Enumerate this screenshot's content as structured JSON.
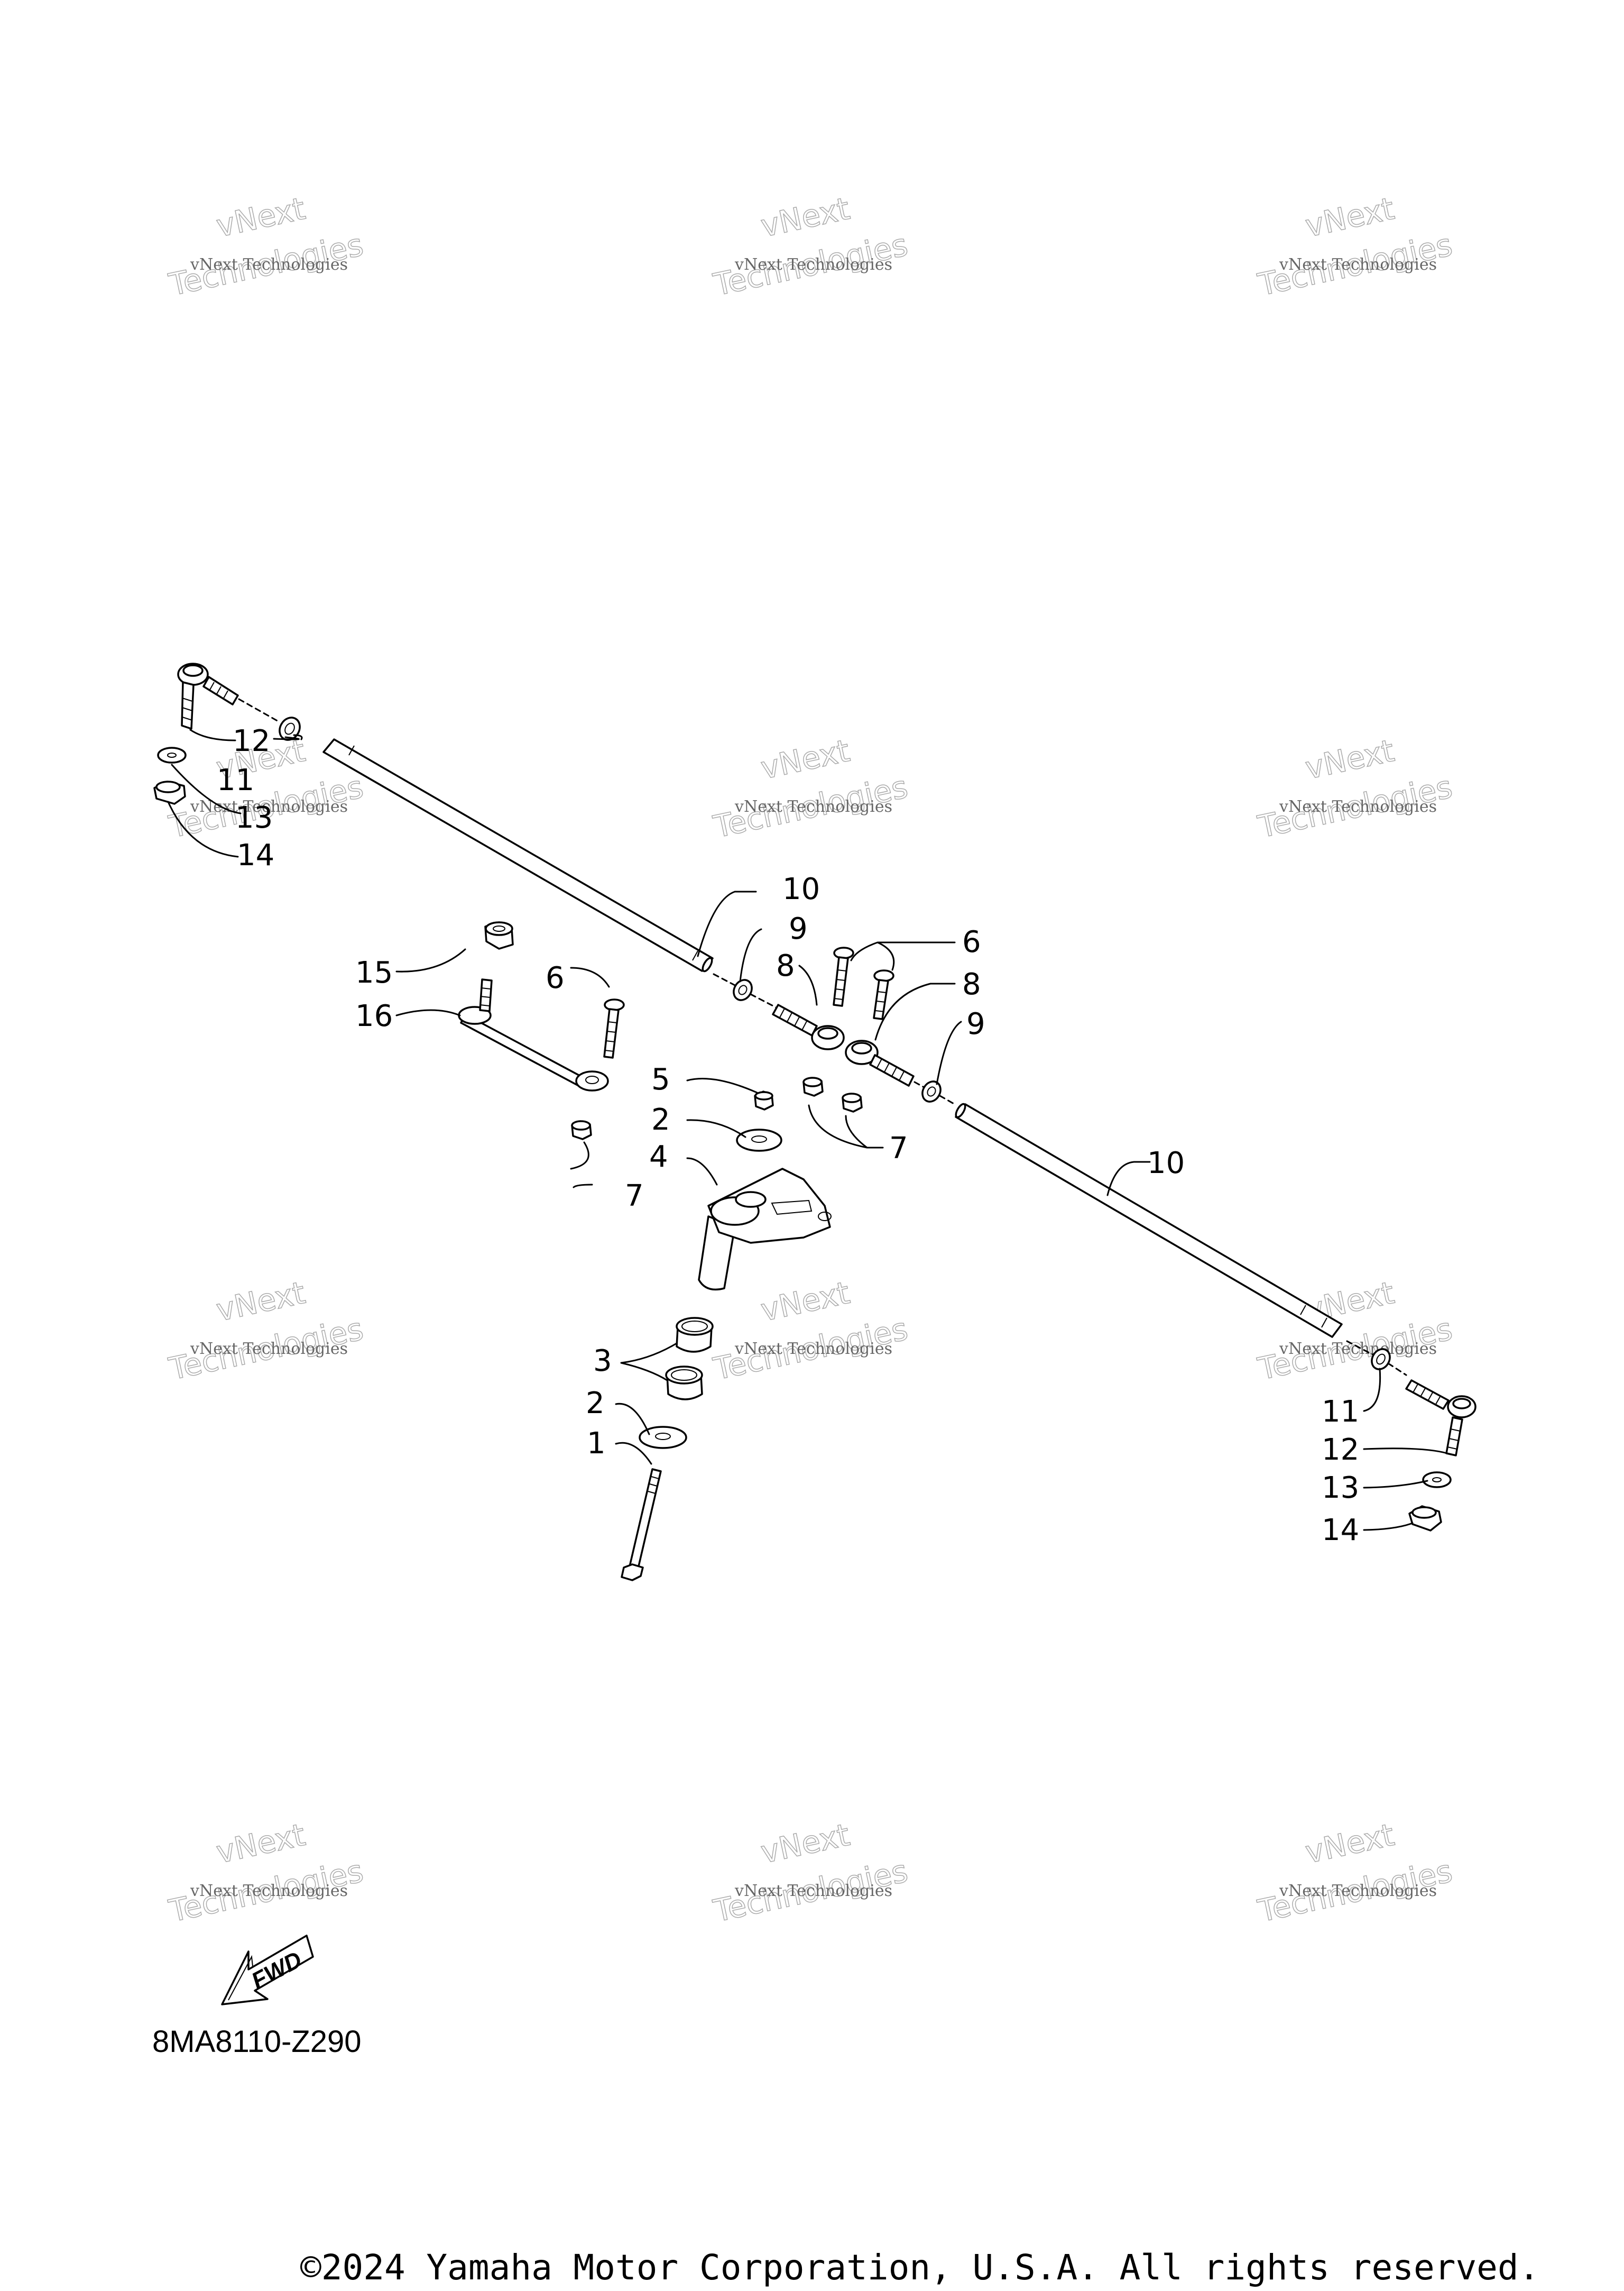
{
  "diagram": {
    "code": "8MA8110-Z290",
    "copyright": "©2024 Yamaha Motor Corporation, U.S.A. All rights reserved.",
    "fwd_label": "FWD",
    "watermark": {
      "line1": "vNext Technologies",
      "line2": "Technologies",
      "stamp": "vNext"
    },
    "callouts": {
      "c1": "1",
      "c2a": "2",
      "c2b": "2",
      "c3": "3",
      "c4": "4",
      "c5": "5",
      "c6a": "6",
      "c6b": "6",
      "c7a": "7",
      "c7b": "7",
      "c8a": "8",
      "c8b": "8",
      "c9a": "9",
      "c9b": "9",
      "c10a": "10",
      "c10b": "10",
      "c11a": "11",
      "c11b": "11",
      "c12a": "12",
      "c12b": "12",
      "c13a": "13",
      "c13b": "13",
      "c14a": "14",
      "c14b": "14",
      "c15": "15",
      "c16": "16"
    }
  }
}
